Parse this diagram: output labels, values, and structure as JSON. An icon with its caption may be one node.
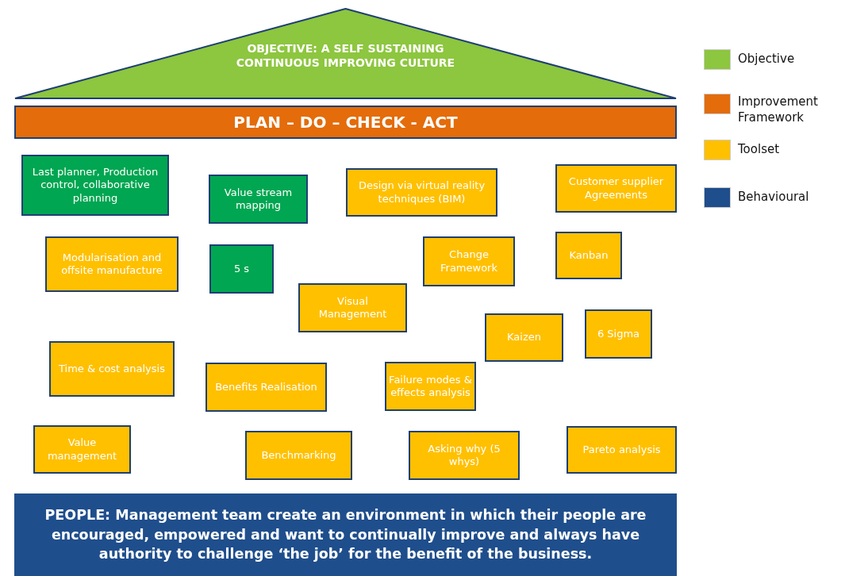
{
  "diagram": {
    "nodes": [
      {
        "text": [
          "OBJECTIVE: A SELF SUSTAINING CONTINUOUS IMPROVING CULTURE"
        ]
      },
      {
        "text": [
          "PLAN – DO – CHECK - ACT"
        ]
      },
      {
        "text": [
          "Last planner, Production control, collaborative planning"
        ]
      },
      {
        "text": [
          "Value stream mapping"
        ]
      },
      {
        "text": [
          "Design via virtual reality techniques (BIM)"
        ]
      },
      {
        "text": [
          "Customer supplier Agreements"
        ]
      },
      {
        "text": [
          "Modularisation and offsite manufacture"
        ]
      },
      {
        "text": [
          "5 s"
        ]
      },
      {
        "text": [
          "Change Framework"
        ]
      },
      {
        "text": [
          "Kanban"
        ]
      },
      {
        "text": [
          "Visual Management"
        ]
      },
      {
        "text": [
          "Kaizen"
        ]
      },
      {
        "text": [
          "6 Sigma"
        ]
      },
      {
        "text": [
          "Time & cost analysis"
        ]
      },
      {
        "text": [
          "Benefits Realisation"
        ]
      },
      {
        "text": [
          "Failure modes & effects analysis"
        ]
      },
      {
        "text": [
          "Value management"
        ]
      },
      {
        "text": [
          "Benchmarking"
        ]
      },
      {
        "text": [
          "Asking why (5 whys)"
        ]
      },
      {
        "text": [
          "Pareto analysis"
        ]
      },
      {
        "text": [
          "PEOPLE: Management team create an environment in which their people are encouraged, empowered and want to continually improve and always have authority to challenge ‘the job’ for the benefit of the business."
        ]
      }
    ],
    "edges": [],
    "legend": [
      {
        "text": "Objective",
        "color": "#8dc63f"
      },
      {
        "text": "Improvement Framework",
        "color": "#e46c0a"
      },
      {
        "text": "Toolset",
        "color": "#ffc000"
      },
      {
        "text": "Behavioural",
        "color": "#1f4e8c"
      }
    ]
  }
}
